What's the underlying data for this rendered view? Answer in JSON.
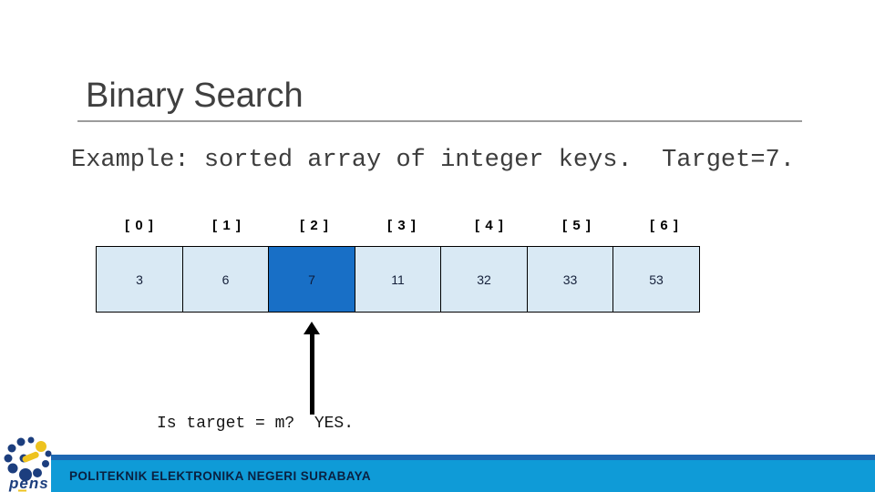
{
  "slide": {
    "title": "Binary Search",
    "subtitle": "Example: sorted array of integer keys.  Target=7.",
    "question": "Is target = m?  YES.",
    "footer_text": "POLITEKNIK ELEKTRONIKA NEGERI SURABAYA",
    "logo_text": "pens"
  },
  "array": {
    "highlight_index": 2,
    "cells": [
      {
        "index_label": "[ 0 ]",
        "value": "3"
      },
      {
        "index_label": "[ 1 ]",
        "value": "6"
      },
      {
        "index_label": "[ 2 ]",
        "value": "7"
      },
      {
        "index_label": "[ 3 ]",
        "value": "11"
      },
      {
        "index_label": "[ 4 ]",
        "value": "32"
      },
      {
        "index_label": "[ 5 ]",
        "value": "33"
      },
      {
        "index_label": "[ 6 ]",
        "value": "53"
      }
    ],
    "colors": {
      "cell_bg": "#d9e9f4",
      "highlight_bg": "#186fc6",
      "cell_border": "#000000"
    }
  },
  "theme_colors": {
    "title_text": "#3f3f3f",
    "subtitle_text": "#3d3d3d",
    "footer_bar": "#0f9bd7",
    "footer_strip": "#1d67b2",
    "footer_text": "#0a2040",
    "logo_navy": "#1c3e7e",
    "logo_yellow": "#eec31f"
  }
}
